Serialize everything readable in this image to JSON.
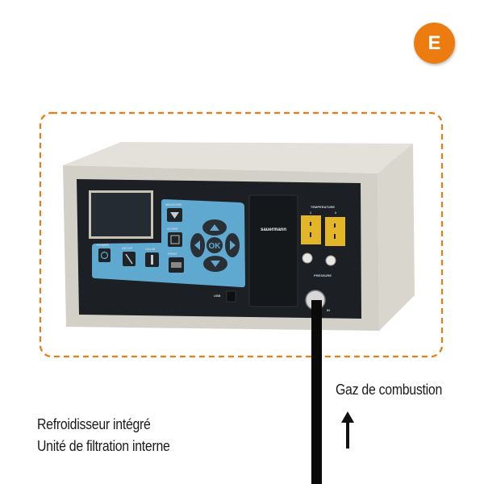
{
  "badge": {
    "letter": "E",
    "color": "#ec7c0f"
  },
  "frame": {
    "style": "dashed",
    "color": "#ec7c0f"
  },
  "device": {
    "brand": "sauermann",
    "keys": {
      "measure": "MEASURE",
      "store": "STORE",
      "print": "PRINT",
      "power": "POWER",
      "setup": "SETUP",
      "calib": "CALIB",
      "ok": "OK"
    },
    "usb": "USB",
    "temperature": "TEMPERATURE",
    "temp_channels": [
      "1",
      "2"
    ],
    "pressure": "PRESSURE",
    "gas_in": "IN",
    "keypad_color": "#5fa8cf"
  },
  "labels": {
    "gas": "Gaz de combustion",
    "features": [
      "Refroidisseur intégré",
      "Unité de filtration interne"
    ]
  }
}
